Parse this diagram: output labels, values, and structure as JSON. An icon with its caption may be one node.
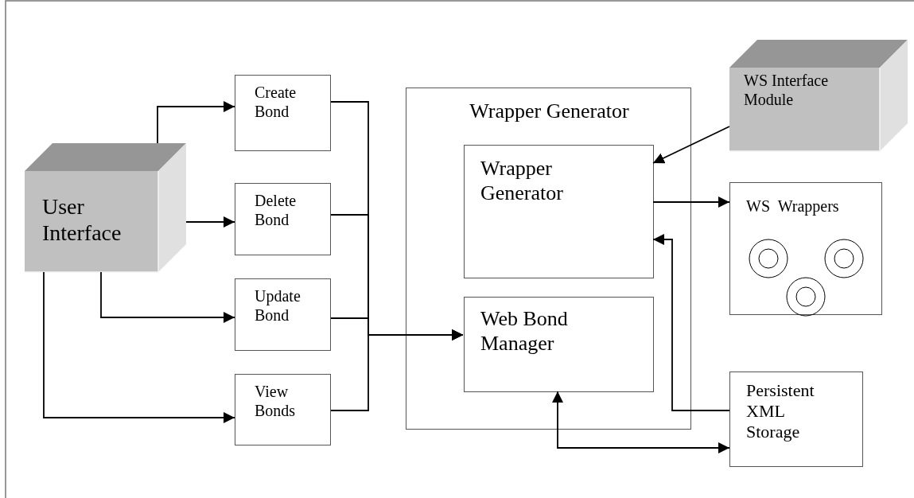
{
  "diagram": {
    "nodes": [
      {
        "text": [
          "User Interface"
        ]
      },
      {
        "text": [
          "Create Bond"
        ]
      },
      {
        "text": [
          "Delete Bond"
        ]
      },
      {
        "text": [
          "Update Bond"
        ]
      },
      {
        "text": [
          "View Bonds"
        ]
      },
      {
        "text": [
          "Wrapper Generator"
        ]
      },
      {
        "text": [
          "Wrapper Generator"
        ],
        "in": 5
      },
      {
        "text": [
          "Web Bond Manager"
        ],
        "in": 5
      },
      {
        "text": [
          "WS Interface Module"
        ]
      },
      {
        "text": [
          "WS  Wrappers"
        ]
      },
      {
        "text": [
          "Persistent XML Storage"
        ]
      }
    ],
    "edges": [
      {
        "from": 0,
        "to": 1,
        "arrow": "to"
      },
      {
        "from": 0,
        "to": 2,
        "arrow": "to"
      },
      {
        "from": 0,
        "to": 3,
        "arrow": "to"
      },
      {
        "from": 0,
        "to": 4,
        "arrow": "to"
      },
      {
        "from": 1,
        "to": 7,
        "arrow": "to"
      },
      {
        "from": 2,
        "to": 7,
        "arrow": "to"
      },
      {
        "from": 3,
        "to": 7,
        "arrow": "to"
      },
      {
        "from": 4,
        "to": 7,
        "arrow": "to"
      },
      {
        "from": 8,
        "to": 6,
        "arrow": "to"
      },
      {
        "from": 6,
        "to": 9,
        "arrow": "to"
      },
      {
        "from": 10,
        "to": 6,
        "arrow": "to"
      },
      {
        "from": 7,
        "to": 10,
        "arrow": "both"
      }
    ]
  }
}
